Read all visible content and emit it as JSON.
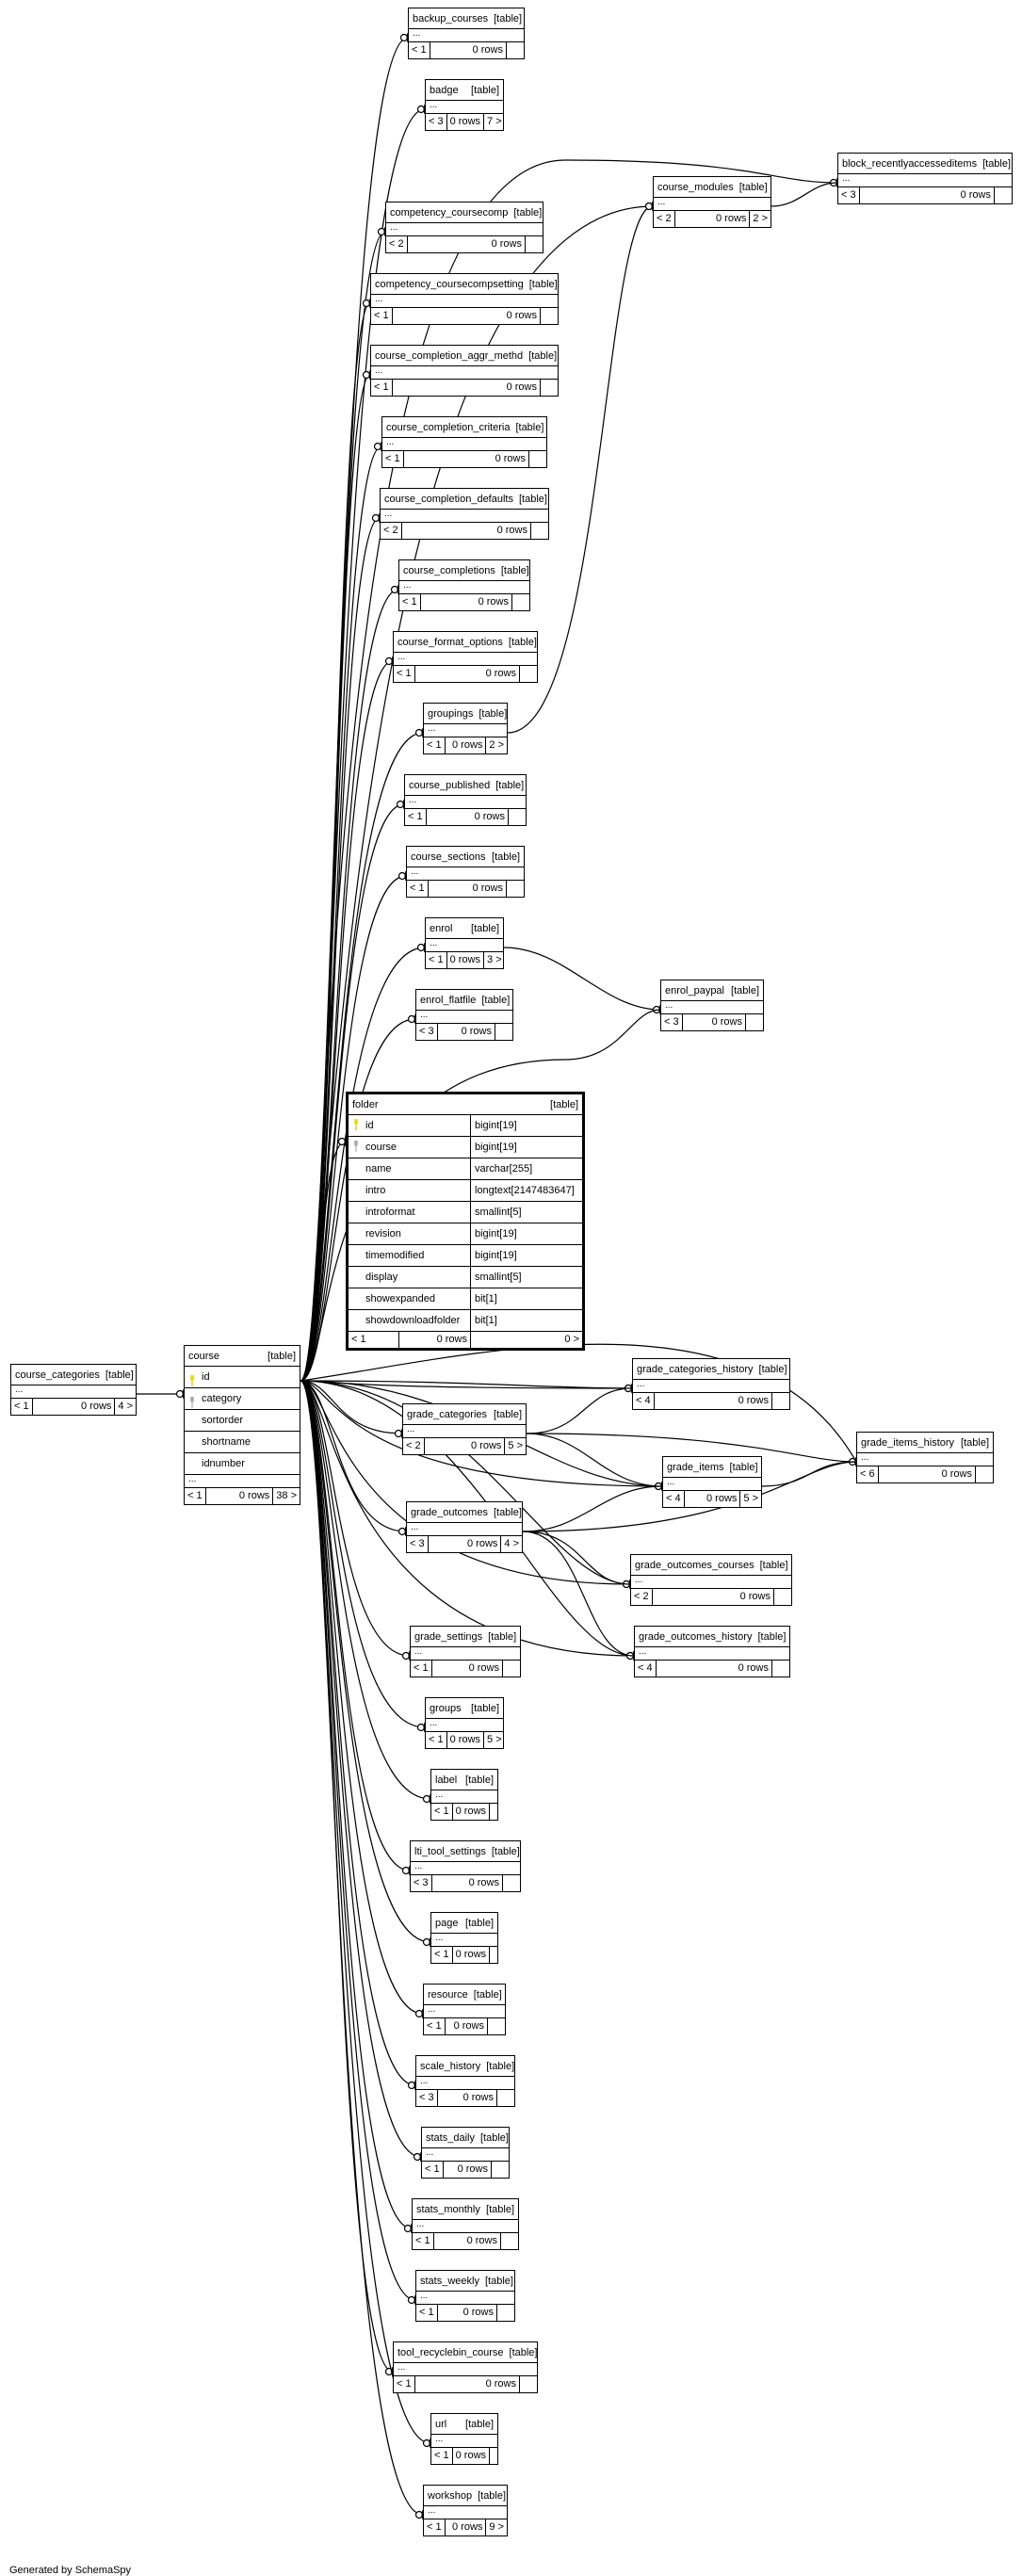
{
  "type_label": "[table]",
  "ellipsis": "...",
  "footer": "Generated by SchemaSpy",
  "tables": [
    {
      "id": "backup_courses",
      "name": "backup_courses",
      "parents": "< 1",
      "rows": "0 rows",
      "children": ""
    },
    {
      "id": "badge",
      "name": "badge",
      "parents": "< 3",
      "rows": "0 rows",
      "children": "7 >"
    },
    {
      "id": "block_recentlyaccesseditems",
      "name": "block_recentlyaccesseditems",
      "parents": "< 3",
      "rows": "0 rows",
      "children": ""
    },
    {
      "id": "course_modules",
      "name": "course_modules",
      "parents": "< 2",
      "rows": "0 rows",
      "children": "2 >"
    },
    {
      "id": "competency_coursecomp",
      "name": "competency_coursecomp",
      "parents": "< 2",
      "rows": "0 rows",
      "children": ""
    },
    {
      "id": "competency_coursecompsetting",
      "name": "competency_coursecompsetting",
      "parents": "< 1",
      "rows": "0 rows",
      "children": ""
    },
    {
      "id": "course_completion_aggr_methd",
      "name": "course_completion_aggr_methd",
      "parents": "< 1",
      "rows": "0 rows",
      "children": ""
    },
    {
      "id": "course_completion_criteria",
      "name": "course_completion_criteria",
      "parents": "< 1",
      "rows": "0 rows",
      "children": ""
    },
    {
      "id": "course_completion_defaults",
      "name": "course_completion_defaults",
      "parents": "< 2",
      "rows": "0 rows",
      "children": ""
    },
    {
      "id": "course_completions",
      "name": "course_completions",
      "parents": "< 1",
      "rows": "0 rows",
      "children": ""
    },
    {
      "id": "course_format_options",
      "name": "course_format_options",
      "parents": "< 1",
      "rows": "0 rows",
      "children": ""
    },
    {
      "id": "groupings",
      "name": "groupings",
      "parents": "< 1",
      "rows": "0 rows",
      "children": "2 >"
    },
    {
      "id": "course_published",
      "name": "course_published",
      "parents": "< 1",
      "rows": "0 rows",
      "children": ""
    },
    {
      "id": "course_sections",
      "name": "course_sections",
      "parents": "< 1",
      "rows": "0 rows",
      "children": ""
    },
    {
      "id": "enrol",
      "name": "enrol",
      "parents": "< 1",
      "rows": "0 rows",
      "children": "3 >"
    },
    {
      "id": "enrol_paypal",
      "name": "enrol_paypal",
      "parents": "< 3",
      "rows": "0 rows",
      "children": ""
    },
    {
      "id": "enrol_flatfile",
      "name": "enrol_flatfile",
      "parents": "< 3",
      "rows": "0 rows",
      "children": ""
    },
    {
      "id": "course_categories",
      "name": "course_categories",
      "parents": "< 1",
      "rows": "0 rows",
      "children": "4 >"
    },
    {
      "id": "grade_categories_history",
      "name": "grade_categories_history",
      "parents": "< 4",
      "rows": "0 rows",
      "children": ""
    },
    {
      "id": "grade_categories",
      "name": "grade_categories",
      "parents": "< 2",
      "rows": "0 rows",
      "children": "5 >"
    },
    {
      "id": "grade_items",
      "name": "grade_items",
      "parents": "< 4",
      "rows": "0 rows",
      "children": "5 >"
    },
    {
      "id": "grade_items_history",
      "name": "grade_items_history",
      "parents": "< 6",
      "rows": "0 rows",
      "children": ""
    },
    {
      "id": "grade_outcomes",
      "name": "grade_outcomes",
      "parents": "< 3",
      "rows": "0 rows",
      "children": "4 >"
    },
    {
      "id": "grade_outcomes_courses",
      "name": "grade_outcomes_courses",
      "parents": "< 2",
      "rows": "0 rows",
      "children": ""
    },
    {
      "id": "grade_outcomes_history",
      "name": "grade_outcomes_history",
      "parents": "< 4",
      "rows": "0 rows",
      "children": ""
    },
    {
      "id": "grade_settings",
      "name": "grade_settings",
      "parents": "< 1",
      "rows": "0 rows",
      "children": ""
    },
    {
      "id": "groups",
      "name": "groups",
      "parents": "< 1",
      "rows": "0 rows",
      "children": "5 >"
    },
    {
      "id": "label",
      "name": "label",
      "parents": "< 1",
      "rows": "0 rows",
      "children": ""
    },
    {
      "id": "lti_tool_settings",
      "name": "lti_tool_settings",
      "parents": "< 3",
      "rows": "0 rows",
      "children": ""
    },
    {
      "id": "page",
      "name": "page",
      "parents": "< 1",
      "rows": "0 rows",
      "children": ""
    },
    {
      "id": "resource",
      "name": "resource",
      "parents": "< 1",
      "rows": "0 rows",
      "children": ""
    },
    {
      "id": "scale_history",
      "name": "scale_history",
      "parents": "< 3",
      "rows": "0 rows",
      "children": ""
    },
    {
      "id": "stats_daily",
      "name": "stats_daily",
      "parents": "< 1",
      "rows": "0 rows",
      "children": ""
    },
    {
      "id": "stats_monthly",
      "name": "stats_monthly",
      "parents": "< 1",
      "rows": "0 rows",
      "children": ""
    },
    {
      "id": "stats_weekly",
      "name": "stats_weekly",
      "parents": "< 1",
      "rows": "0 rows",
      "children": ""
    },
    {
      "id": "tool_recyclebin_course",
      "name": "tool_recyclebin_course",
      "parents": "< 1",
      "rows": "0 rows",
      "children": ""
    },
    {
      "id": "url",
      "name": "url",
      "parents": "< 1",
      "rows": "0 rows",
      "children": ""
    },
    {
      "id": "workshop",
      "name": "workshop",
      "parents": "< 1",
      "rows": "0 rows",
      "children": "9 >"
    }
  ],
  "course": {
    "name": "course",
    "columns": [
      {
        "name": "id",
        "key": "pk"
      },
      {
        "name": "category",
        "key": "fk"
      },
      {
        "name": "sortorder",
        "key": ""
      },
      {
        "name": "shortname",
        "key": ""
      },
      {
        "name": "idnumber",
        "key": ""
      }
    ],
    "parents": "< 1",
    "rows": "0 rows",
    "children": "38 >"
  },
  "folder": {
    "name": "folder",
    "columns": [
      {
        "name": "id",
        "type": "bigint[19]",
        "key": "pk"
      },
      {
        "name": "course",
        "type": "bigint[19]",
        "key": "fk"
      },
      {
        "name": "name",
        "type": "varchar[255]",
        "key": ""
      },
      {
        "name": "intro",
        "type": "longtext[2147483647]",
        "key": ""
      },
      {
        "name": "introformat",
        "type": "smallint[5]",
        "key": ""
      },
      {
        "name": "revision",
        "type": "bigint[19]",
        "key": ""
      },
      {
        "name": "timemodified",
        "type": "bigint[19]",
        "key": ""
      },
      {
        "name": "display",
        "type": "smallint[5]",
        "key": ""
      },
      {
        "name": "showexpanded",
        "type": "bit[1]",
        "key": ""
      },
      {
        "name": "showdownloadfolder",
        "type": "bit[1]",
        "key": ""
      }
    ],
    "parents": "< 1",
    "rows": "0 rows",
    "children": "0 >"
  }
}
